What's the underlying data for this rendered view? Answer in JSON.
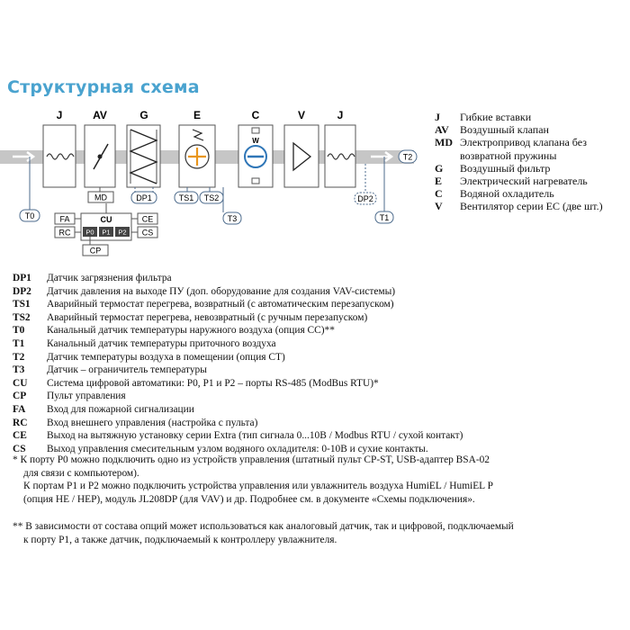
{
  "title": "Структурная схема",
  "components_top": [
    "J",
    "AV",
    "G",
    "E",
    "C",
    "V",
    "J"
  ],
  "diagram_labels": {
    "md": "MD",
    "dp1": "DP1",
    "ts1": "TS1",
    "ts2": "TS2",
    "t3": "T3",
    "t0": "T0",
    "t1": "T1",
    "t2": "T2",
    "dp2": "DP2",
    "fa": "FA",
    "rc": "RC",
    "cu": "CU",
    "ce": "CE",
    "cs": "CS",
    "cp": "CP",
    "p0": "P0",
    "p1": "P1",
    "p2": "P2",
    "w": "W"
  },
  "legend_right": [
    {
      "key": "J",
      "text": "Гибкие вставки"
    },
    {
      "key": "AV",
      "text": "Воздушный клапан"
    },
    {
      "key": "MD",
      "text": "Электропривод клапана без"
    },
    {
      "key": "",
      "text": "возвратной пружины"
    },
    {
      "key": "G",
      "text": "Воздушный фильтр"
    },
    {
      "key": "E",
      "text": "Электрический нагреватель"
    },
    {
      "key": "C",
      "text": "Водяной охладитель"
    },
    {
      "key": "V",
      "text": "Вентилятор серии ЕС (две шт.)"
    }
  ],
  "definitions": [
    {
      "key": "DP1",
      "text": "Датчик загрязнения фильтра"
    },
    {
      "key": "DP2",
      "text": "Датчик давления на выходе ПУ (доп. оборудование для создания VAV-системы)"
    },
    {
      "key": "TS1",
      "text": "Аварийный термостат перегрева, возвратный (с автоматическим перезапуском)"
    },
    {
      "key": "TS2",
      "text": "Аварийный термостат перегрева, невозвратный (с ручным перезапуском)"
    },
    {
      "key": "T0",
      "text": "Канальный датчик температуры наружного воздуха (опция CC)**"
    },
    {
      "key": "T1",
      "text": "Канальный датчик температуры приточного воздуха"
    },
    {
      "key": "T2",
      "text": "Датчик температуры воздуха в помещении (опция CT)"
    },
    {
      "key": "T3",
      "text": "Датчик – ограничитель температуры"
    },
    {
      "key": "CU",
      "text": "Система цифровой автоматики: P0, P1 и P2 – порты RS-485 (ModBus RTU)*"
    },
    {
      "key": "CP",
      "text": "Пульт управления"
    },
    {
      "key": "FA",
      "text": "Вход для пожарной сигнализации"
    },
    {
      "key": "RC",
      "text": "Вход внешнего управления (настройка с пульта)"
    },
    {
      "key": "CE",
      "text": "Выход на вытяжную установку серии Extra (тип сигнала 0...10В / Modbus RTU / сухой контакт)"
    },
    {
      "key": "CS",
      "text": "Выход управления смесительным узлом водяного охладителя: 0-10В и сухие контакты."
    }
  ],
  "notes": {
    "n1_l1": "* К порту P0 можно подключить одно из устройств управления (штатный пульт CP-ST, USB-адаптер BSA-02",
    "n1_l2": "для связи с компьютером).",
    "n1_l3": "К портам P1 и P2 можно подключить устройства управления или увлажнитель воздуха HumiEL / HumiEL P",
    "n1_l4": "(опция HE / HEP), модуль JL208DP (для VAV) и др. Подробнее см. в документе «Схемы подключения».",
    "n2_l1": "** В зависимости от состава опций может использоваться как аналоговый датчик, так и цифровой, подключаемый",
    "n2_l2": "к порту P1, а также датчик, подключаемый к контроллеру увлажнителя."
  },
  "colors": {
    "title": "#4aa3cf",
    "duct": "#c6c6c6",
    "sensor": "#4d6b8c",
    "port": "#444444"
  }
}
